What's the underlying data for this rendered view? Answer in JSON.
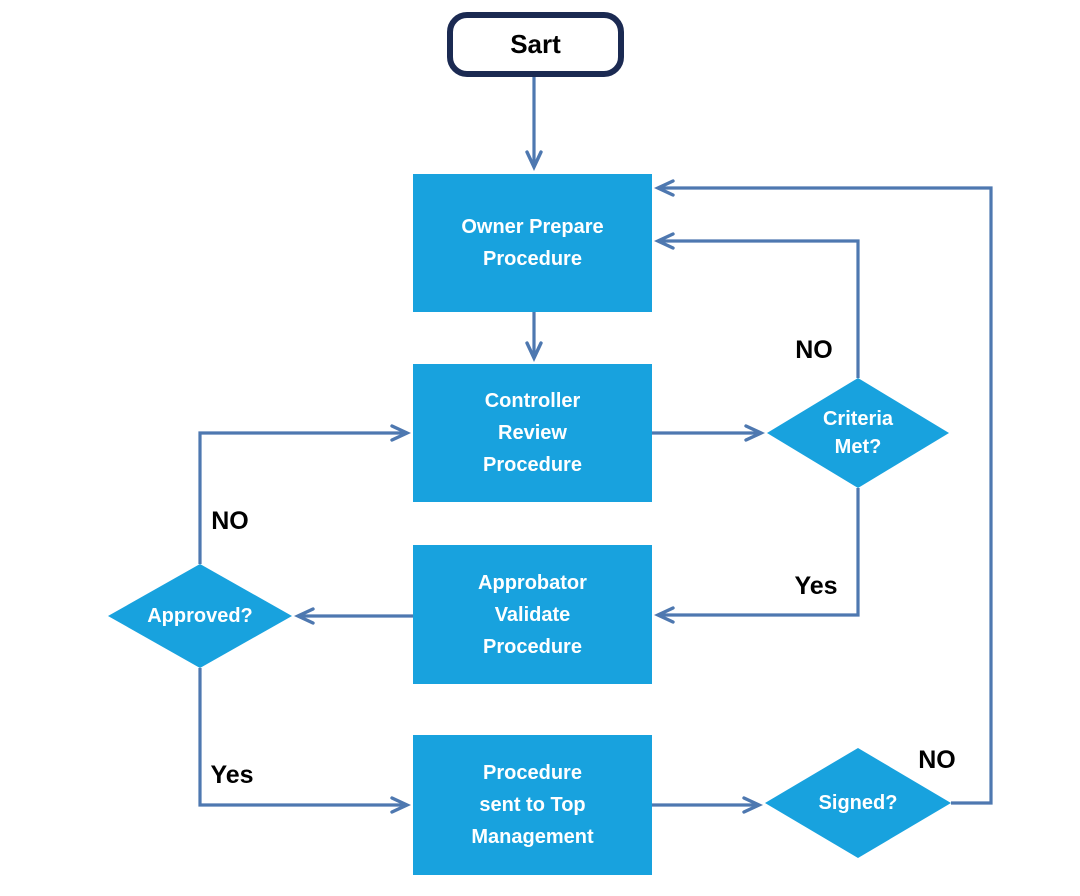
{
  "nodes": {
    "start": {
      "label": "Sart",
      "type": "terminator"
    },
    "owner_prepare": {
      "type": "process",
      "lines": [
        "Owner Prepare",
        "Procedure"
      ]
    },
    "controller_review": {
      "type": "process",
      "lines": [
        "Controller",
        "Review",
        "Procedure"
      ]
    },
    "approbator_validate": {
      "type": "process",
      "lines": [
        "Approbator",
        "Validate",
        "Procedure"
      ]
    },
    "top_management": {
      "type": "process",
      "lines": [
        "Procedure",
        "sent to Top",
        "Management"
      ]
    },
    "criteria_met": {
      "type": "decision",
      "lines": [
        "Criteria",
        "Met?"
      ]
    },
    "approved": {
      "type": "decision",
      "label": "Approved?"
    },
    "signed": {
      "type": "decision",
      "label": "Signed?"
    }
  },
  "edge_labels": {
    "criteria_no": "NO",
    "criteria_yes": "Yes",
    "approved_no": "NO",
    "approved_yes": "Yes",
    "signed_no": "NO"
  },
  "colors": {
    "shape_fill": "#18A2DE",
    "connector": "#4E78B0",
    "terminator_border": "#1B2A52",
    "shape_text": "#FFFFFF",
    "label_text": "#000000",
    "background": "#FFFFFF"
  }
}
